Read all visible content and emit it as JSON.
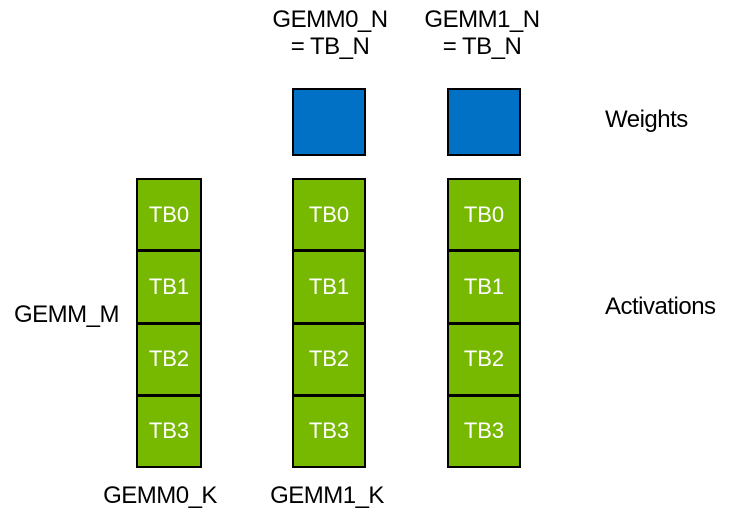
{
  "colors": {
    "background": "#FFFFFF",
    "weights_fill": "#0071C5",
    "activations_fill": "#76B900",
    "outline": "#000000",
    "block_label_text": "#FFFFFF",
    "label_text": "#000000"
  },
  "header": {
    "col0": {
      "line1": "GEMM0_N",
      "line2": "= TB_N"
    },
    "col1": {
      "line1": "GEMM1_N",
      "line2": "= TB_N"
    }
  },
  "legend": {
    "weights": "Weights",
    "activations": "Activations"
  },
  "axes": {
    "gemm_m": "GEMM_M",
    "gemm0_k": "GEMM0_K",
    "gemm1_k": "GEMM1_K"
  },
  "columns": [
    {
      "blocks": [
        "TB0",
        "TB1",
        "TB2",
        "TB3"
      ]
    },
    {
      "blocks": [
        "TB0",
        "TB1",
        "TB2",
        "TB3"
      ]
    },
    {
      "blocks": [
        "TB0",
        "TB1",
        "TB2",
        "TB3"
      ]
    }
  ]
}
